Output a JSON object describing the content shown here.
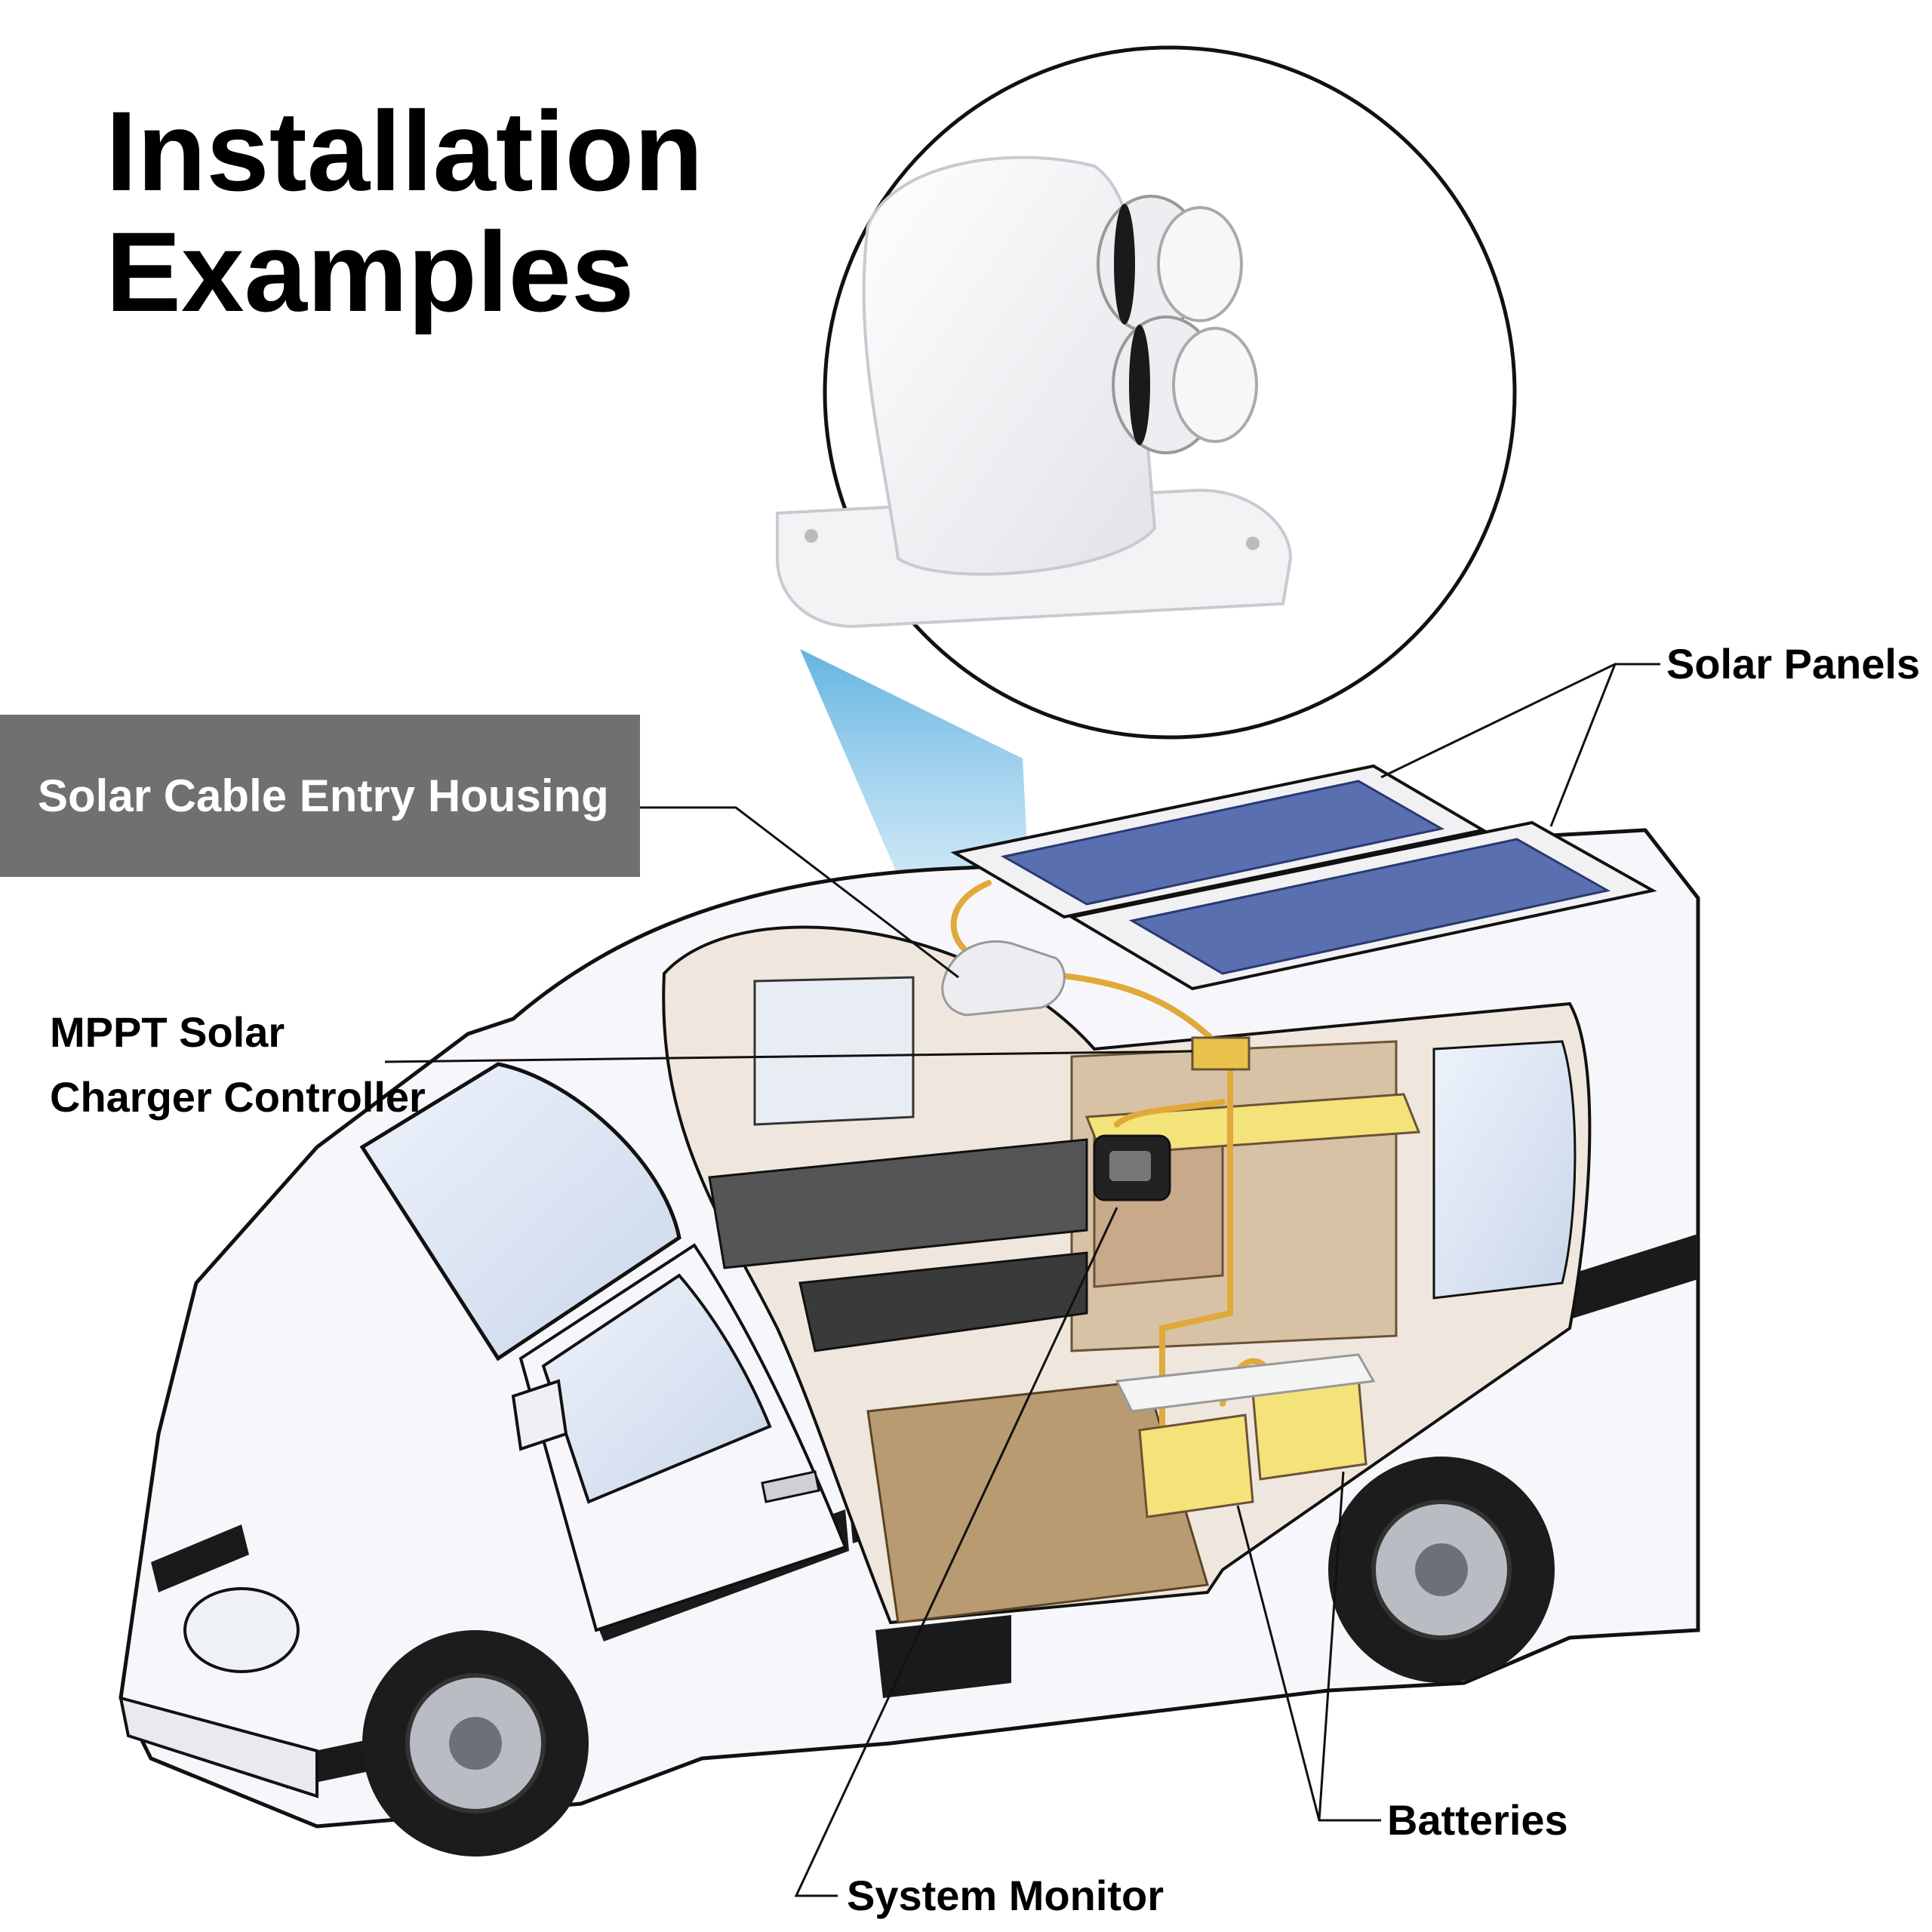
{
  "heading": {
    "line1": "Installation",
    "line2": "Examples"
  },
  "callouts": {
    "cable_entry": "Solar Cable Entry Housing",
    "mppt_line1": "MPPT Solar",
    "mppt_line2": "Charger Controller",
    "solar_panels": "Solar Panels",
    "batteries": "Batteries",
    "system_monitor": "System Monitor"
  },
  "colors": {
    "banner": "#707070",
    "banner_text": "#ffffff",
    "beam": "#5ab4e0",
    "van_body": "#f7f7fb",
    "van_stripe": "#1a1a1a",
    "solar_cell": "#5a6fb0",
    "battery": "#f4e27a",
    "interior_wood": "#d8c2a6",
    "floor": "#b89b70"
  },
  "icons": [
    "cable-entry-housing-icon",
    "solar-panel-icon",
    "battery-icon",
    "charge-controller-icon",
    "system-monitor-icon",
    "van-icon"
  ]
}
